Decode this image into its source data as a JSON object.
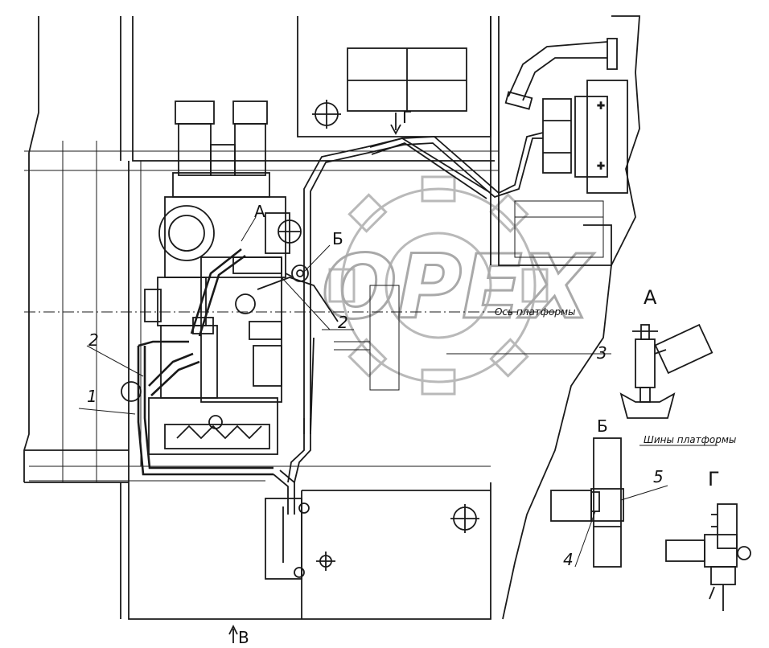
{
  "watermark": {
    "text": "OPEX"
  },
  "labels": {
    "view_a": "А",
    "view_b": "Б",
    "view_g": "Г",
    "arrow_g": "Г",
    "arrow_v": "В",
    "callout_1": "1",
    "callout_2_left": "2",
    "callout_2_right": "2",
    "callout_3": "3",
    "callout_4": "4",
    "callout_5": "5",
    "marker_a": "А",
    "marker_b": "Б",
    "axis_note": "Ось платформы",
    "detail_b_note": "Шины платформы"
  },
  "colors": {
    "ink": "#1a1a1a",
    "watermark": "#b0b0b0"
  }
}
